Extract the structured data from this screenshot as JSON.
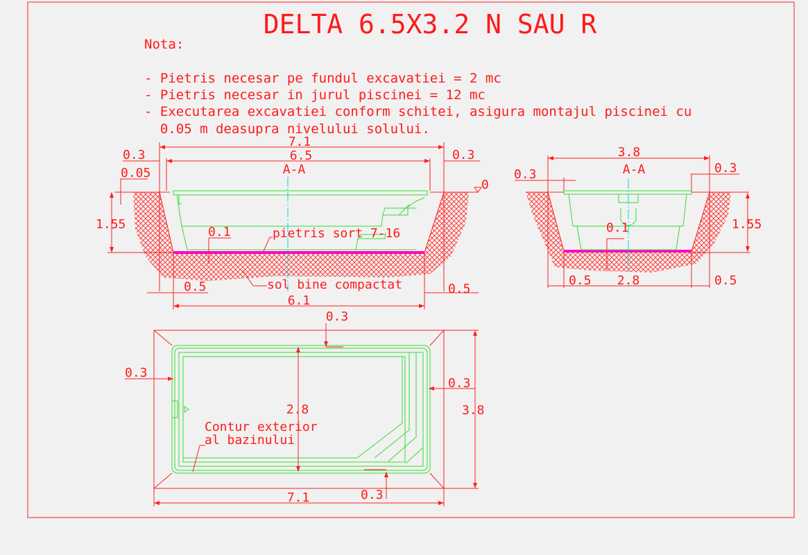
{
  "title": "DELTA 6.5X3.2 N SAU R",
  "notes": {
    "heading": "Nota:",
    "lines": [
      "- Pietris necesar pe fundul excavatiei = 2 mc",
      "- Pietris necesar in jurul piscinei = 12 mc",
      "- Executarea excavatiei conform schitei, asigura montajul piscinei cu",
      "  0.05 m deasupra nivelului solului."
    ]
  },
  "long_section": {
    "label": "A-A",
    "dims": {
      "total": "7.1",
      "pool": "6.5",
      "left_margin": "0.3",
      "right_margin": "0.3",
      "rim": "0.05",
      "depth": "1.55",
      "gravel": "0.1",
      "bottom": "6.1",
      "left_bottom": "0.5",
      "right_bottom": "0.5",
      "level": "0"
    },
    "callouts": {
      "gravel": "pietris sort 7-16",
      "soil": "sol bine compactat"
    }
  },
  "cross_section": {
    "label": "A-A",
    "dims": {
      "total": "3.8",
      "left_margin": "0.3",
      "right_margin": "0.3",
      "depth": "1.55",
      "gravel": "0.1",
      "left_bottom": "0.5",
      "bottom": "2.8",
      "right_bottom": "0.5"
    }
  },
  "plan": {
    "dims": {
      "top": "0.3",
      "left": "0.3",
      "right": "0.3",
      "width_inner": "2.8",
      "height": "3.8",
      "length": "7.1",
      "bottom": "0.3"
    },
    "callout": [
      "Contur exterior",
      "al bazinului"
    ]
  }
}
